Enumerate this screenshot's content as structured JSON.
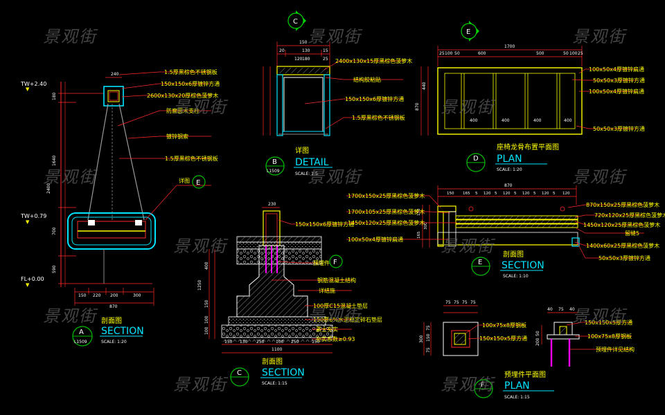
{
  "watermark": "景观街",
  "colors": {
    "background": "#000000",
    "line": "#ff2a2a",
    "text": "#ffff00",
    "cyan": "#00e5ff",
    "green": "#00d400",
    "white": "#ffffff",
    "gray": "#8a8a8a",
    "magenta": "#ff00ff",
    "tag": "#00c000"
  },
  "drawings": {
    "A": {
      "tag_letter": "A",
      "tag_sheet": "L1509",
      "title_cn": "剖面图",
      "title_en": "SECTION",
      "scale": "SCALE:  1:20",
      "elev_top": "TW+2.40",
      "elev_mid": "TW+0.79",
      "elev_floor": "FL+0.00",
      "callouts": [
        "1.5厚黑棕色不锈钢板",
        "150x150x6厚镀锌方通",
        "2600x130x20厚棕色菠萝木",
        "防腐圆木支柱",
        "镀锌钢索",
        "1.5厚黑棕色不锈钢板",
        "详图"
      ],
      "callout_tag": "E",
      "dims_left": [
        "180",
        "1640",
        "2400",
        "700",
        "590"
      ],
      "dims_bottom": [
        "150",
        "220",
        "200",
        "300"
      ],
      "dim_total": "870",
      "dim_top": "240"
    },
    "B": {
      "tag_letter": "B",
      "tag_sheet": "L1509",
      "title_cn": "详图",
      "title_en": "DETAIL",
      "scale": "SCALE:      1:5",
      "cut_tag": "C",
      "callouts": [
        "2400x130x15厚黑棕色菠萝木",
        "结构胶粘贴",
        "150x150x6厚镀锌方通",
        "1.5厚黑棕色不锈钢板"
      ],
      "dims_top": [
        "150",
        "130",
        "20",
        "15",
        "180",
        "120",
        "25"
      ]
    },
    "C": {
      "tag_letter": "C",
      "tag_sheet": "",
      "title_cn": "剖面图",
      "title_en": "SECTION",
      "scale": "SCALE:      1:15",
      "callout_tag": "F",
      "callouts": [
        "150x150x6厚镀锌方通",
        "预埋件",
        "钢筋混凝土结构",
        "详结施",
        "100厚C15混凝土垫层",
        "150厚6%水泥稳定碎石垫层",
        "素土夯实",
        "夯实系数≥0.93"
      ],
      "dims_top": "230",
      "dims_bottom": [
        "150",
        "130",
        "250",
        "100",
        "250",
        "150"
      ],
      "dim_total": "1100",
      "dims_left": [
        "400",
        "1250",
        "150",
        "100",
        "100"
      ]
    },
    "D": {
      "tag_letter": "D",
      "tag_sheet": "",
      "title_cn": "座椅龙骨布置平面图",
      "title_en": "PLAN",
      "scale": "SCALE:      1:20",
      "cut_tag": "E",
      "callouts": [
        "100x50x4厚镀锌扁通",
        "50x50x3厚镀锌方通",
        "100x50x4厚镀锌扁通",
        "50x50x3厚镀锌方通"
      ],
      "dim_total": "1700",
      "dims_top": [
        "25",
        "100",
        "50",
        "600",
        "500",
        "50",
        "100",
        "25"
      ],
      "dims_left": [
        "870",
        "440"
      ],
      "dims_inner": [
        "400",
        "400",
        "400",
        "400"
      ]
    },
    "E": {
      "tag_letter": "E",
      "tag_sheet": "",
      "title_cn": "剖面图",
      "title_en": "SECTION",
      "scale": "SCALE:      1:10",
      "callouts_left": [
        "1700x150x25厚黑棕色菠萝木",
        "1700x105x25厚黑棕色菠萝木",
        "1450x120x25厚黑棕色菠萝木",
        "100x50x4厚镀锌扁通"
      ],
      "callouts_right": [
        "870x150x25厚黑棕色菠萝木",
        "720x120x25厚黑棕色菠萝木",
        "1450x120x25厚黑棕色菠萝木",
        "留缝5",
        "1400x60x25厚黑棕色菠萝木",
        "50x50x3厚镀锌方通"
      ],
      "dim_total": "870",
      "dims_top": [
        "150",
        "165",
        "5",
        "120",
        "5",
        "120",
        "5",
        "120",
        "5",
        "120",
        "5",
        "120"
      ],
      "dims_left": [
        "150",
        "165",
        "300"
      ]
    },
    "F": {
      "tag_letter": "F",
      "tag_sheet": "",
      "title_cn": "预埋件平面图",
      "title_en": "PLAN",
      "scale": "SCALE:      1:15",
      "callouts": [
        "100x75x8厚钢板",
        "150x150x5厚方通",
        "150x150x5厚方通",
        "100x75x8厚钢板",
        "预埋件详见结构"
      ],
      "dims_left": [
        "75",
        "150",
        "75",
        "300"
      ],
      "dims_top": [
        "75",
        "75",
        "75",
        "75"
      ],
      "dims_right": [
        "40",
        "75",
        "40"
      ],
      "dims_right_side": [
        "50",
        "200"
      ]
    }
  }
}
